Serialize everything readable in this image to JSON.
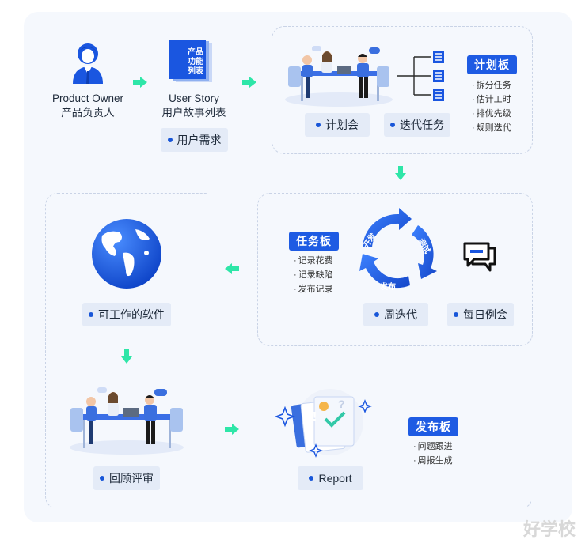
{
  "product_owner": {
    "en": "Product Owner",
    "zh": "产品负责人"
  },
  "user_story": {
    "en": "User Story",
    "zh": "用户故事列表",
    "book_text": [
      "产品",
      "功能",
      "列表"
    ],
    "pill": "用户需求"
  },
  "planning": {
    "pill_meeting": "计划会",
    "pill_tasks": "迭代任务",
    "board_title": "计划板",
    "board_items": [
      "拆分任务",
      "估计工时",
      "排优先级",
      "规则迭代"
    ]
  },
  "sprint": {
    "board_title": "任务板",
    "board_items": [
      "记录花费",
      "记录缺陷",
      "发布记录"
    ],
    "cycle_labels": [
      "开发",
      "测试",
      "发布"
    ],
    "pill_sprint": "周迭代",
    "pill_daily": "每日例会"
  },
  "software": {
    "pill": "可工作的软件"
  },
  "review": {
    "pill": "回顾评审"
  },
  "report": {
    "pill": "Report",
    "board_title": "发布板",
    "board_items": [
      "问题跟进",
      "周报生成"
    ]
  },
  "watermark": "好学校",
  "colors": {
    "primary": "#1e5be3",
    "arrow": "#2ee6a8",
    "pill_bg": "#e4ebf7",
    "canvas_bg": "#f5f8fd"
  }
}
